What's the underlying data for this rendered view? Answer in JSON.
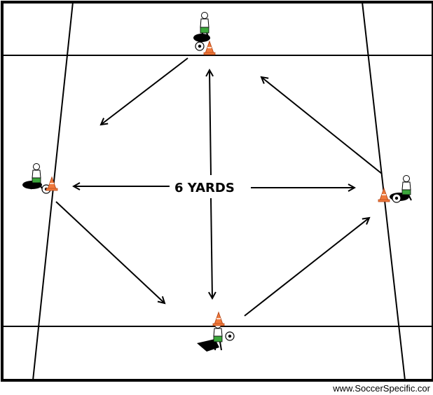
{
  "diagram": {
    "distance_label": "6 YARDS",
    "credit": "www.SoccerSpecific.cor"
  },
  "colors": {
    "field_line": "#000000",
    "cone": "#f07a3c",
    "cone_tip": "#ffffff",
    "shorts": "#3ca83c",
    "ball": "#ffffff"
  },
  "players": [
    {
      "id": "top",
      "facing": "down"
    },
    {
      "id": "left",
      "facing": "right"
    },
    {
      "id": "right",
      "facing": "left"
    },
    {
      "id": "bottom",
      "facing": "up"
    }
  ]
}
